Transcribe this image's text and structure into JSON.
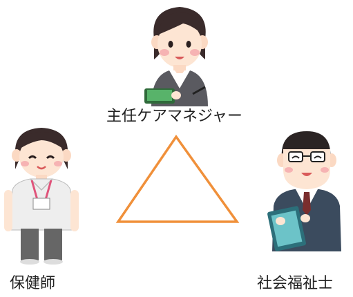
{
  "roles": {
    "top": "主任ケアマネジャー",
    "left": "保健師",
    "right": "社会福祉士"
  },
  "triangle_color": "#f0903a"
}
